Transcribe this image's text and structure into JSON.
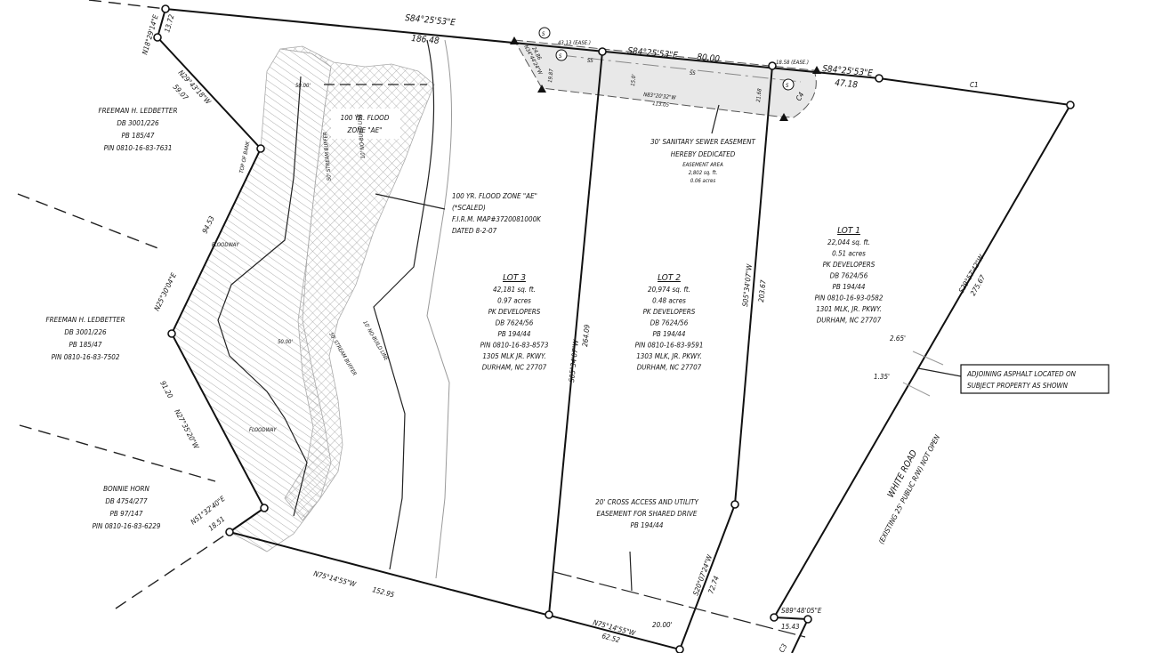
{
  "boundary": {
    "top_bearing": "S84°25'53\"E",
    "top_dist": "186.48",
    "mid_bearing": "S84°25'53\"E",
    "mid_dist": "80.00",
    "right_bearing": "S84°25'53\"E",
    "right_dist": "47.18",
    "curve1": "C1",
    "curve3": "C3",
    "curve4": "C4",
    "w1_bearing": "N18°29'14\"E",
    "w1_dist": "13.72",
    "w2_bearing": "N29°43'18\"W",
    "w2_dist": "59.07",
    "w3_bearing": "N25°30'04\"E",
    "w3_dist": "94.53",
    "w4_bearing": "N27°35'20\"W",
    "w4_dist": "91.20",
    "w5_bearing": "N51°32'40\"E",
    "w5_dist": "18.51",
    "bottom_bearing": "N75°14'55\"W",
    "bottom_dist": "152.95",
    "bottom2_bearing": "N75°14'55\"W",
    "bottom2_dist": "62.52",
    "lot3_line_bearing": "S05°34'07\"W",
    "lot3_line_dist": "264.09",
    "lot2_line_bearing": "S05°34'07\"W",
    "lot2_line_dist": "203.67",
    "lot2_lower_bearing": "S20°07'24\"W",
    "lot2_lower_dist": "72.74",
    "east_bearing": "S29°57'42\"W",
    "east_dist": "275.67",
    "se_bearing": "S89°48'05\"E",
    "se_dist": "15.43"
  },
  "easement": {
    "left_bearing": "N34°44'24\"W",
    "left_dist": "24.86",
    "left_width": "19.87",
    "top_left": "43.13 (EASE.)",
    "top_right": "18.58 (EASE.)",
    "inner_width": "15.0'",
    "right_width": "21.68",
    "bottom_bearing": "N83°20'32\"W",
    "bottom_dist": "113.05",
    "sewer_marker": "S",
    "ss": "SS",
    "title1": "30' SANITARY SEWER EASEMENT",
    "title2": "HEREBY DEDICATED",
    "area_label": "EASEMENT AREA",
    "area_sqft": "2,802 sq. ft.",
    "area_acres": "0.06 acres"
  },
  "flood": {
    "zone_label1": "100 YR. FLOOD",
    "zone_label2": "ZONE \"AE\"",
    "dim_top": "50.00'",
    "dim_mid": "50.00'",
    "top_of_bank": "TOP OF BANK",
    "floodway1": "FLOODWAY",
    "floodway2": "FLOODWAY",
    "stream_buffer_top": "50' STREAM BUFFER",
    "no_build_top": "10' NO-BUILD LINE",
    "stream_buffer": "50' STREAM BUFFER",
    "no_build": "10' NO-BUILD LINE",
    "note": [
      "100 YR. FLOOD ZONE \"AE\"",
      "(*SCALED)",
      "F.I.R.M. MAP#3720081000K",
      "DATED 8-2-07"
    ]
  },
  "adjoiners": [
    {
      "lines": [
        "FREEMAN H. LEDBETTER",
        "DB 3001/226",
        "PB 185/47",
        "PIN 0810-16-83-7631"
      ]
    },
    {
      "lines": [
        "FREEMAN H. LEDBETTER",
        "DB 3001/226",
        "PB 185/47",
        "PIN 0810-16-83-7502"
      ]
    },
    {
      "lines": [
        "BONNIE HORN",
        "DB 4754/277",
        "PB 97/147",
        "PIN 0810-16-83-6229"
      ]
    }
  ],
  "lots": [
    {
      "title": "LOT 3",
      "lines": [
        "42,181 sq. ft.",
        "0.97 acres",
        "PK DEVELOPERS",
        "DB 7624/56",
        "PB 194/44",
        "PIN 0810-16-83-8573",
        "1305 MLK JR. PKWY.",
        "DURHAM, NC 27707"
      ]
    },
    {
      "title": "LOT 2",
      "lines": [
        "20,974 sq. ft.",
        "0.48 acres",
        "PK DEVELOPERS",
        "DB 7624/56",
        "PB 194/44",
        "PIN 0810-16-83-9591",
        "1303 MLK, JR. PKWY.",
        "DURHAM, NC 27707"
      ]
    },
    {
      "title": "LOT 1",
      "lines": [
        "22,044 sq. ft.",
        "0.51 acres",
        "PK DEVELOPERS",
        "DB 7624/56",
        "PB 194/44",
        "PIN 0810-16-93-0582",
        "1301 MLK, JR. PKWY.",
        "DURHAM, NC 27707"
      ]
    }
  ],
  "access_easement": {
    "lines": [
      "20' CROSS ACCESS AND UTILITY",
      "EASEMENT FOR SHARED DRIVE",
      "PB 194/44"
    ],
    "width": "20.00'"
  },
  "asphalt": {
    "note1": "ADJOINING ASPHALT LOCATED ON",
    "note2": "SUBJECT PROPERTY AS SHOWN",
    "dim1": "2.65'",
    "dim2": "1.35'"
  },
  "road": {
    "name": "WHITE ROAD",
    "desc": "(EXISTING 25' PUBLIC R/W) NOT OPEN"
  }
}
